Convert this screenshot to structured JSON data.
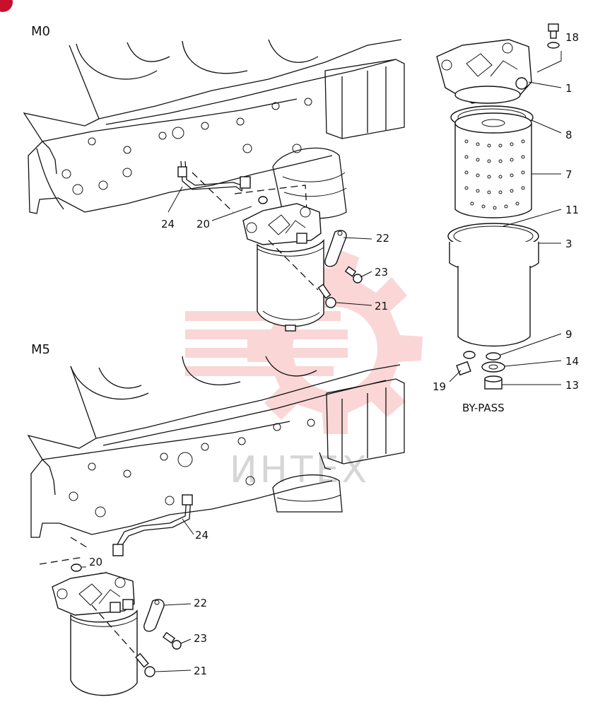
{
  "sections": {
    "m0": {
      "title": "M0"
    },
    "m5": {
      "title": "M5"
    },
    "bypass": {
      "title": "BY-PASS"
    }
  },
  "callouts": {
    "m0": [
      "24",
      "20",
      "22",
      "23",
      "21"
    ],
    "m5": [
      "24",
      "20",
      "22",
      "23",
      "21"
    ],
    "exploded": [
      "18",
      "1",
      "8",
      "7",
      "11",
      "3",
      "9",
      "14",
      "19",
      "13"
    ]
  },
  "watermark": {
    "text": "ИНТЕХ",
    "color": "#f07070"
  },
  "corner_badge": {
    "color": "#c8102e"
  }
}
